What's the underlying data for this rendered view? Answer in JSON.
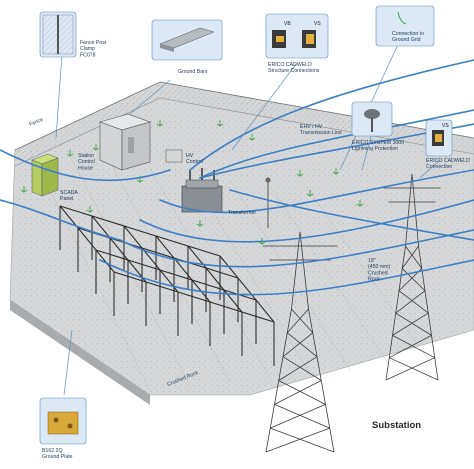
{
  "callouts": {
    "fence_post_clamp": "Fence Post\nClamp\nFC078",
    "ground_bars": "Ground Bars",
    "erico_cadweld_structure": "ERICO CADWELD\nStructure Connections",
    "connection_to_ground_grid": "Connection to\nGround Grid",
    "erico_system_3000": "ERICO SYSTEM 3000\nLightning Protection",
    "erico_cadweld_connection": "ERICO CADWELD\nConnection",
    "b162_2q": "B162 2Q\nGround Plate",
    "vb": "VB",
    "vs_top": "VS",
    "vs_right": "VS"
  },
  "labels": {
    "fence": "Fence",
    "station_control_house": "Station\nControl\nHouse",
    "scada_panel": "SCADA\nPanel",
    "hv_control": "HV\nControl",
    "transformer": "Transformer",
    "ehv_hv_line": "EHV / HV\nTransmission Line",
    "crushed_rock_depth": "18\"\n(450 mm)\nCrushed\nRock",
    "crushed_rock": "Crushed Rock",
    "substation": "Substation"
  },
  "colors": {
    "cable_blue": "#3f7fc4",
    "callout_bg": "#dce9f5",
    "callout_border": "#5f8fc0",
    "ground_green": "#3ea34a",
    "slab": "#d9dadb",
    "tower": "#3c3c3c"
  }
}
